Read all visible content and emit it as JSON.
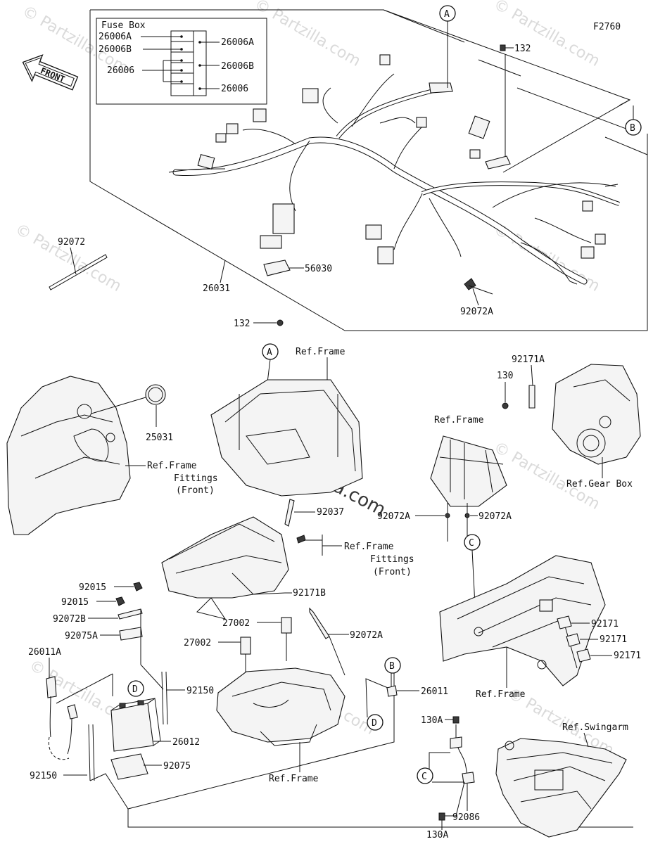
{
  "diagram_code": "F2760",
  "front_label": "FRONT",
  "fuse_box": {
    "title": "Fuse Box",
    "left_labels": [
      "26006A",
      "26006B",
      "26006"
    ],
    "right_labels": [
      "26006A",
      "26006B",
      "26006"
    ]
  },
  "callouts": {
    "A": "A",
    "B": "B",
    "C": "C",
    "D": "D"
  },
  "parts": {
    "p132_top": "132",
    "p132_mid": "132",
    "p92072": "92072",
    "p26031": "26031",
    "p56030": "56030",
    "p92072A_top": "92072A",
    "p25031": "25031",
    "p92037": "92037",
    "p92171A": "92171A",
    "p130": "130",
    "p92072A_left": "92072A",
    "p92072A_right": "92072A",
    "p92171B": "92171B",
    "p92015_a": "92015",
    "p92015_b": "92015",
    "p92072B": "92072B",
    "p92075A": "92075A",
    "p26011A": "26011A",
    "p92150_right": "92150",
    "p26012": "26012",
    "p92075": "92075",
    "p92150_left": "92150",
    "p27002_a": "27002",
    "p27002_b": "27002",
    "p92072A_mid": "92072A",
    "p26011": "26011",
    "p92171_1": "92171",
    "p92171_2": "92171",
    "p92171_3": "92171",
    "p130A_top": "130A",
    "p130A_bottom": "130A",
    "p92086": "92086"
  },
  "references": {
    "frame_top": "Ref.Frame",
    "frame_fittings_front_1": [
      "Ref.Frame",
      "Fittings",
      "(Front)"
    ],
    "frame_mid": "Ref.Frame",
    "gear_box": "Ref.Gear Box",
    "frame_fittings_front_2": [
      "Ref.Frame",
      "Fittings",
      "(Front)"
    ],
    "frame_c": "Ref.Frame",
    "frame_bottom": "Ref.Frame",
    "swingarm": "Ref.Swingarm"
  },
  "watermarks": [
    "© Partzilla.com",
    "© Partzilla.com",
    "© Partzilla.com",
    "© Partzilla.com",
    "© Partzilla.com",
    "© Partzilla.com",
    "© Partzilla.com",
    "© Partzilla.com",
    "© Partzilla.com"
  ],
  "center_watermark": "© Partzilla.com"
}
